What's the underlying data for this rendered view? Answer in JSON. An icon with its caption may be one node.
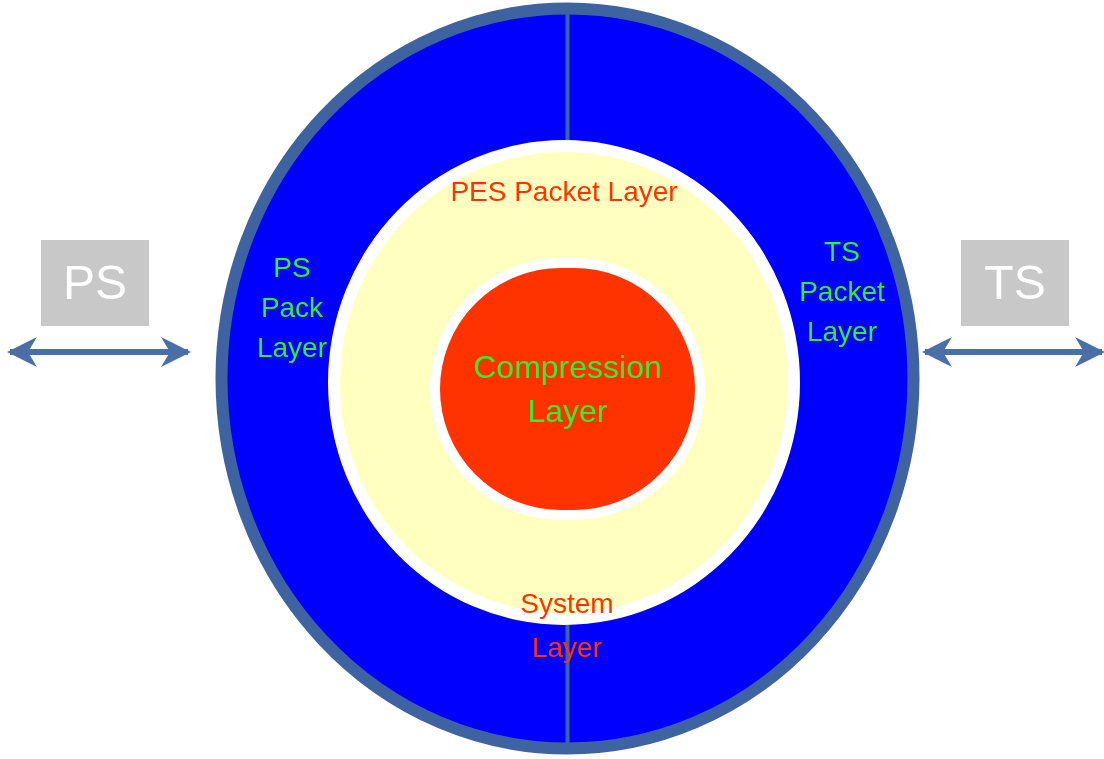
{
  "diagram": {
    "nodes": [
      {
        "text": [
          "System Layer"
        ]
      },
      {
        "text": [
          "PS Pack Layer"
        ],
        "in": 0
      },
      {
        "text": [
          "TS Packet Layer"
        ],
        "in": 0
      },
      {
        "text": [
          "PES Packet Layer"
        ],
        "in": 0
      },
      {
        "text": [
          "Compression Layer"
        ],
        "in": 3
      },
      {
        "text": [
          "PS"
        ]
      },
      {
        "text": [
          "TS"
        ]
      }
    ],
    "edges": [
      {
        "from": 5,
        "to": 0,
        "arrow": "both"
      },
      {
        "from": 2,
        "to": 6,
        "arrow": "both"
      }
    ]
  }
}
